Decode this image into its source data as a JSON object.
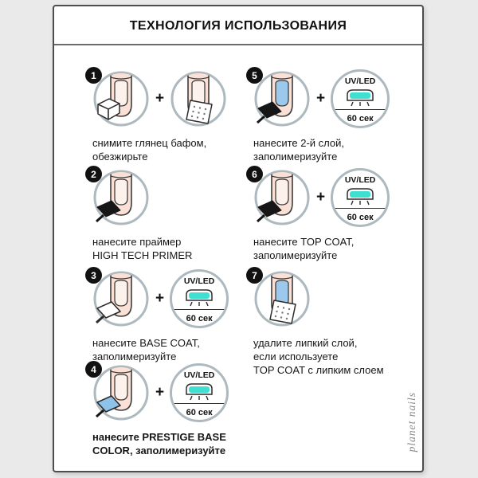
{
  "page": {
    "title": "ТЕХНОЛОГИЯ ИСПОЛЬЗОВАНИЯ",
    "brand": "planet nails"
  },
  "plus": "+",
  "lamp": {
    "label": "UV/LED",
    "time": "60 сек"
  },
  "steps": [
    {
      "num": "1",
      "caption": "снимите глянец бафом,\nобезжирьте",
      "icons": [
        "nail-with-buffer-icon",
        "plus",
        "nail-with-wipe-icon"
      ]
    },
    {
      "num": "2",
      "caption": "нанесите праймер\nHIGH TECH PRIMER",
      "icons": [
        "nail-with-black-brush-icon"
      ]
    },
    {
      "num": "3",
      "caption": "нанесите BASE COAT,\nзаполимеризуйте",
      "icons": [
        "nail-with-white-brush-icon",
        "plus",
        "uv-led-lamp-icon"
      ]
    },
    {
      "num": "4",
      "caption": "нанесите PRESTIGE BASE\nCOLOR, заполимеризуйте",
      "icons": [
        "nail-with-blue-brush-icon",
        "plus",
        "uv-led-lamp-icon"
      ]
    },
    {
      "num": "5",
      "caption": "нанесите 2-й слой,\nзаполимеризуйте",
      "icons": [
        "blue-nail-with-black-brush-icon",
        "plus",
        "uv-led-lamp-icon"
      ]
    },
    {
      "num": "6",
      "caption": "нанесите TOP COAT,\nзаполимеризуйте",
      "icons": [
        "nail-with-black-brush-icon",
        "plus",
        "uv-led-lamp-icon"
      ]
    },
    {
      "num": "7",
      "caption": "удалите липкий слой,\nесли используете\nTOP COAT с липким слоем",
      "icons": [
        "blue-nail-with-wipe-icon"
      ]
    }
  ],
  "colors": {
    "background": "#eaeaea",
    "card_border": "#4d4d4d",
    "circle_stroke": "#adb9bf",
    "skin": "#fbe0d6",
    "nail_light": "#fdf1ec",
    "nail_blue": "#9cc8ec",
    "lamp_cyan": "#3fe0d0",
    "badge": "#111111"
  }
}
